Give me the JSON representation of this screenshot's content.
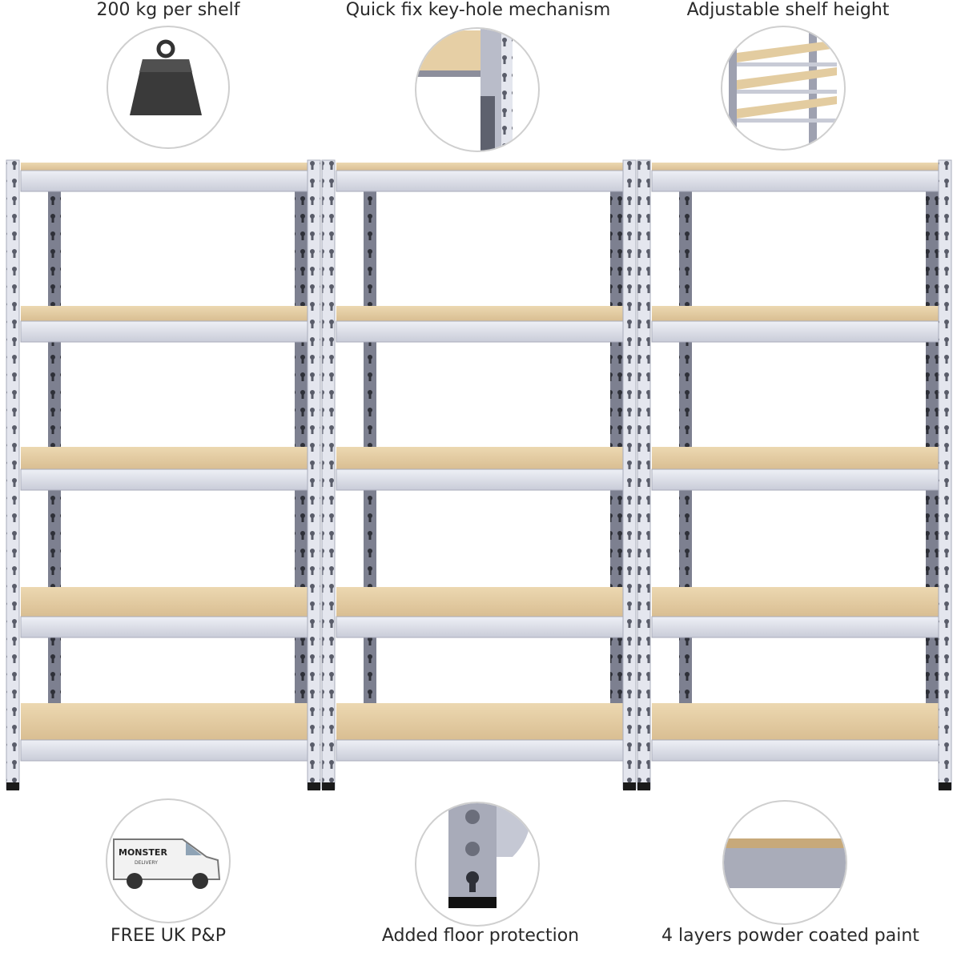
{
  "features": {
    "top": [
      {
        "label": "200 kg per shelf",
        "icon": "weight-icon"
      },
      {
        "label": "Quick fix key-hole mechanism",
        "icon": "keyhole-upright-icon"
      },
      {
        "label": "Adjustable shelf height",
        "icon": "adjustable-shelves-icon"
      }
    ],
    "bottom": [
      {
        "label": "FREE UK P&P",
        "icon": "delivery-van-icon",
        "van_text": "MONSTER",
        "van_subtext": "DELIVERY"
      },
      {
        "label": "Added floor protection",
        "icon": "floor-foot-icon"
      },
      {
        "label": "4 layers powder coated paint",
        "icon": "paint-layer-icon"
      }
    ]
  },
  "product": {
    "units": 3,
    "shelves_per_unit": 5
  },
  "colors": {
    "steel": "#dfe1ea",
    "steel_shadow": "#a9acbb",
    "board": "#e8d2a8",
    "board_dark": "#cdb38a",
    "hole": "#5a5d6a",
    "weight": "#3a3a3a",
    "foot": "#1a1a1a"
  }
}
